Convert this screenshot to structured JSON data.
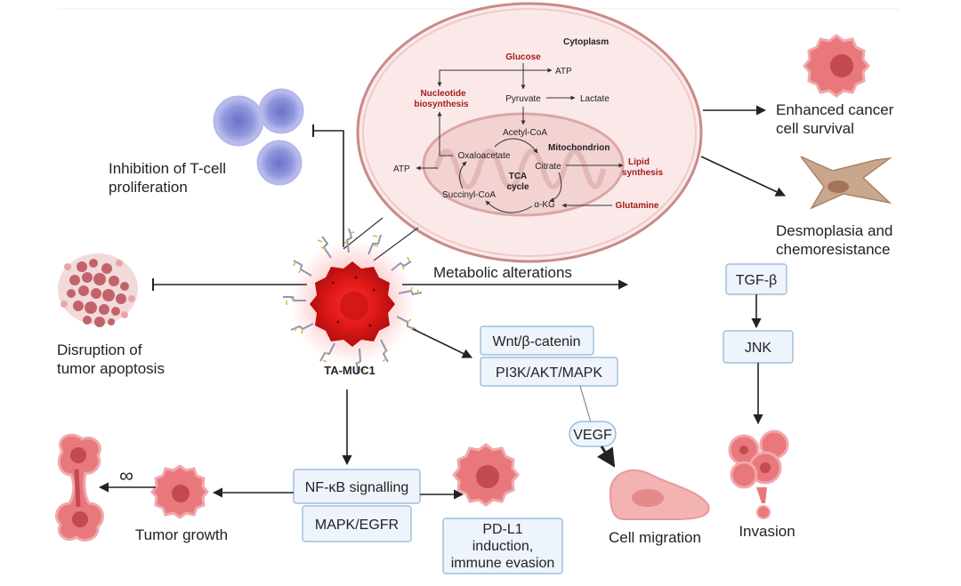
{
  "colors": {
    "accent_red": "#e02020",
    "text_red": "#a31d1d",
    "box_fill": "#eef4fb",
    "box_border": "#8fb0d3",
    "tcell": "#8f95dc",
    "cancer_cell": "#e8787c",
    "fibroblast": "#c9a78d",
    "cytoplasm_fill": "#fbe9e9",
    "mito_fill": "#f3d2d2"
  },
  "center": {
    "label": "TA-MUC1"
  },
  "cytoplasm": {
    "title": "Cytoplasm",
    "glucose": "Glucose",
    "atp_top": "ATP",
    "pyruvate": "Pyruvate",
    "lactate": "Lactate",
    "nucleotide_1": "Nucleotide",
    "nucleotide_2": "biosynthesis",
    "acetyl_coa": "Acetyl-CoA",
    "mitochondrion": "Mitochondrion",
    "oxaloacetate": "Oxaloacetate",
    "citrate": "Citrate",
    "lipid_1": "Lipid",
    "lipid_2": "synthesis",
    "atp_left": "ATP",
    "tca_1": "TCA",
    "tca_2": "cycle",
    "succinyl": "Succinyl-CoA",
    "akg": "α-KG",
    "glutamine": "Glutamine"
  },
  "labels": {
    "tcell_1": "Inhibition of T-cell",
    "tcell_2": "proliferation",
    "apoptosis_1": "Disruption of",
    "apoptosis_2": "tumor apoptosis",
    "metabolic": "Metabolic alterations",
    "survival_1": "Enhanced cancer",
    "survival_2": "cell survival",
    "desmo_1": "Desmoplasia and",
    "desmo_2": "chemoresistance",
    "tumor_growth": "Tumor growth",
    "infinity": "∞",
    "cell_migration": "Cell migration",
    "invasion": "Invasion"
  },
  "boxes": {
    "tgf": "TGF-β",
    "jnk": "JNK",
    "wnt": "Wnt/β-catenin",
    "pi3k": "PI3K/AKT/MAPK",
    "vegf": "VEGF",
    "nfkb": "NF-κB signalling",
    "mapk_egfr": "MAPK/EGFR",
    "pdl1_1": "PD-L1",
    "pdl1_2": "induction,",
    "pdl1_3": "immune evasion"
  }
}
